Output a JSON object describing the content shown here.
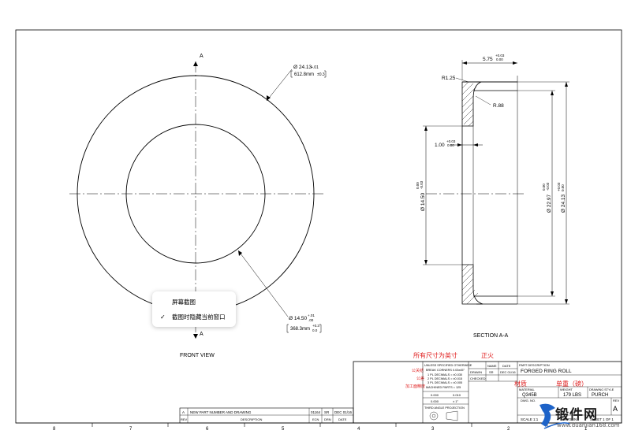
{
  "grid": {
    "columns": [
      "8",
      "7",
      "6",
      "5",
      "4",
      "3",
      "2",
      "1"
    ]
  },
  "front_view": {
    "section_mark": "A",
    "outer_dim": "Ø 24.13",
    "outer_tol": "+.01",
    "outer_metric": "612.8mm",
    "outer_metric_tol": "±0.3",
    "inner_dim": "Ø 14.50",
    "inner_tol_upper": "+.01",
    "inner_tol_lower": ".00",
    "inner_metric": "368.3mm",
    "inner_metric_tol_upper": "+0.3",
    "inner_metric_tol_lower": "0.0",
    "caption": "FRONT VIEW"
  },
  "section_view": {
    "width_dim": "5.75",
    "width_tol_upper": "+0.03",
    "width_tol_lower": "0.00",
    "radius_outer": "R1.25",
    "radius_inner": "R.88",
    "wall_dim": "1.00",
    "wall_tol_upper": "+0.03",
    "wall_tol_lower": "0.00",
    "inner_dia": "Ø 14.50",
    "inner_dia_tol_upper": "0.00",
    "inner_dia_tol_lower": "-0.03",
    "mid_dia": "Ø 22.97",
    "mid_dia_tol_upper": "0.00",
    "mid_dia_tol_lower": "-0.03",
    "outer_dia": "Ø 24.13",
    "outer_dia_tol_upper": "+0.03",
    "outer_dia_tol_lower": "0.00",
    "caption": "SECTION A-A"
  },
  "context_menu": {
    "items": [
      {
        "label": "屏幕截图",
        "checked": false
      },
      {
        "label": "截图时隐藏当前窗口",
        "checked": true
      }
    ],
    "check_glyph": "✓"
  },
  "annotations": {
    "units_note": "所有尺寸为英寸",
    "fire_note": "正火",
    "material_note": "材质",
    "weight_note": "单重（磅）",
    "red_small_1": "公关结",
    "red_small_2": "公差",
    "red_small_3": "加工面精度"
  },
  "title_block": {
    "unless_specified": "UNLESS SPECIFIED OTHERWISE",
    "break_corners": "BREAK CORNERS 0.03x45°",
    "tol_1": "1 PL DECIMALS = ±0.030",
    "tol_2": "2 PL DECIMALS = ±0.015",
    "tol_3": "3 PL DECIMALS = ±0.005",
    "machined_parts": "MACHINED PARTS = 125",
    "name_header": "NAME",
    "date_header": "DATE",
    "drawn_label": "DRAWN",
    "drawn_by": "SR",
    "drawn_date": "DEC 01/16",
    "checked_label": "CHECKED",
    "frac1": "0.000",
    "frac1_val": "0.010",
    "frac2": "0.000",
    "frac2_val": "± 1°",
    "third_angle": "THIRD ANGLE PROJECTION",
    "part_desc_label": "PART DESCRIPTION",
    "part_desc": "FORGED RING ROLL",
    "material_label": "MATERIAL",
    "material": "Q345B",
    "weight_label": "WEIGHT",
    "weight": "179 LBS",
    "style_label": "DRAWING STYLE",
    "style": "PURCH",
    "dwg_label": "DWG. NO.",
    "rev_label": "REV",
    "rev": "A",
    "scale": "SCALE 1:1",
    "units": "UNITS IN",
    "sheet": "SHEET 1 OF 1"
  },
  "revision_block": {
    "rev": "A",
    "description": "NEW PART NUMBER AND DRAWING",
    "ecn": "01164",
    "drn": "SR",
    "date": "DEC 01/16",
    "col_rev": "REV",
    "col_desc": "DESCRIPTION",
    "col_ecn": "ECN",
    "col_drn": "DRN",
    "col_date": "DATE"
  },
  "watermark": {
    "text": "锻件网",
    "url": "www.duanjian168.com",
    "accent_color": "#1e63c8"
  }
}
